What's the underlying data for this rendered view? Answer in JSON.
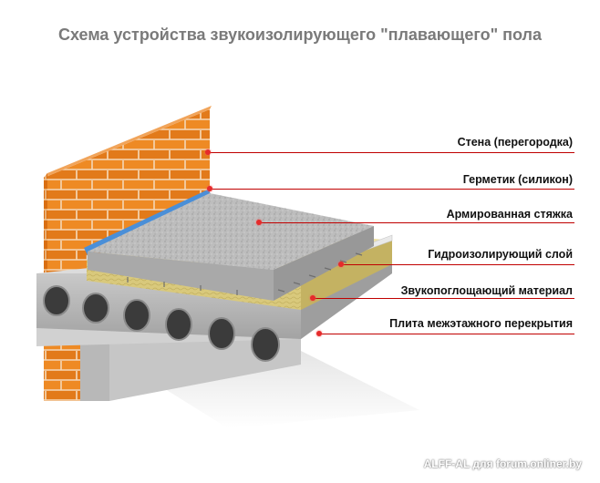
{
  "title": "Схема устройства звукоизолирующего \"плавающего\" пола",
  "labels": [
    {
      "text": "Стена (перегородка)"
    },
    {
      "text": "Герметик (силикон)"
    },
    {
      "text": "Армированная стяжка"
    },
    {
      "text": "Гидроизолирующий слой"
    },
    {
      "text": "Звукопоглощающий материал"
    },
    {
      "text": "Плита межэтажного перекрытия"
    }
  ],
  "watermark": "ALFF-AL для forum.onliner.by",
  "colors": {
    "brick": "#e8801e",
    "mortar": "#f4d9b8",
    "screed": "#b9b9b9",
    "sealant": "#4a8fd8",
    "insulation": "#d8c87a",
    "slab": "#b0b0b0",
    "leader": "#c00000",
    "dot": "#e52b2b"
  }
}
